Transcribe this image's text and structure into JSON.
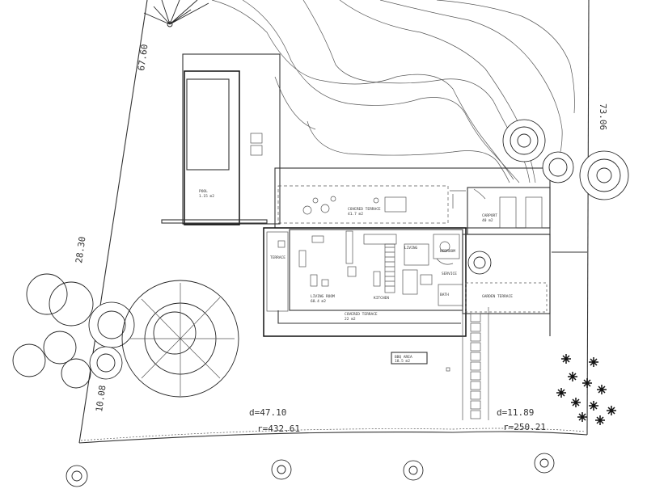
{
  "boundary_dimensions": {
    "north_west": "67.60",
    "east": "73.06",
    "west": "28.30",
    "south_west": "10.08",
    "south_arc_d": "d=47.10",
    "south_arc_r": "r=432.61",
    "south_east_arc_d": "d=11.89",
    "south_east_arc_r": "r=250.21"
  },
  "area_labels": {
    "pool": "POOL",
    "pool_sub": "1.15 m2",
    "terrace_top": "COVERED TERRACE",
    "terrace_top_sub": "41.7 m2",
    "carport": "CARPORT",
    "carport_sub": "40 m2",
    "terrace_left": "TERRACE",
    "living": "LIVING",
    "kitchen": "KITCHEN",
    "bedroom": "BEDROOM",
    "bathroom": "BATH",
    "main_room": "LIVING ROOM",
    "main_room_sub": "68.4 m2",
    "terrace_bottom": "COVERED TERRACE",
    "terrace_bottom_sub": "22 m2",
    "service": "SERVICE",
    "garden_terrace": "GARDEN TERRACE",
    "bbq": "BBQ AREA",
    "bbq_sub": "18.5 m2"
  }
}
